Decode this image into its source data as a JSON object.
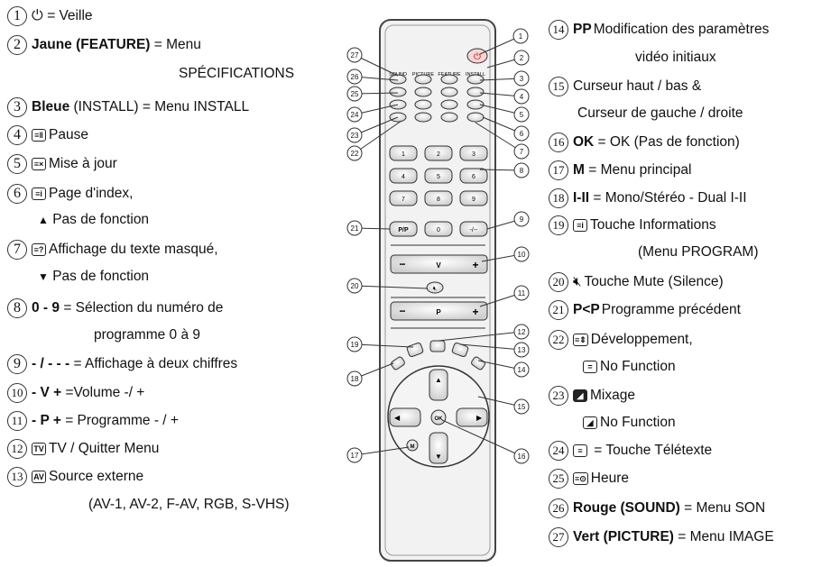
{
  "left": {
    "i1": {
      "num": "1",
      "text": "Veille"
    },
    "i2": {
      "num": "2",
      "bold": "Jaune (FEATURE)",
      "text": " = Menu",
      "line2": "SPÉCIFICATIONS"
    },
    "i3": {
      "num": "3",
      "bold": "Bleue",
      "text": " (INSTALL) = Menu INSTALL"
    },
    "i4": {
      "num": "4",
      "text": "Pause"
    },
    "i5": {
      "num": "5",
      "text": "Mise à jour"
    },
    "i6": {
      "num": "6",
      "text": "Page d'index,",
      "line2": "Pas de fonction"
    },
    "i7": {
      "num": "7",
      "text": "Affichage du texte masqué,",
      "line2": "Pas de fonction"
    },
    "i8": {
      "num": "8",
      "bold": "0 - 9",
      "text": " = Sélection du numéro de",
      "line2": "programme 0 à 9"
    },
    "i9": {
      "num": "9",
      "bold": "- / - - -",
      "text": " = Affichage à deux chiffres"
    },
    "i10": {
      "num": "10",
      "bold": "- V +",
      "text": " =Volume -/ +"
    },
    "i11": {
      "num": "11",
      "bold": "- P +",
      "text": " = Programme - / +"
    },
    "i12": {
      "num": "12",
      "text": "TV / Quitter Menu"
    },
    "i13": {
      "num": "13",
      "text": "Source externe",
      "line2": "(AV-1, AV-2, F-AV, RGB, S-VHS)"
    }
  },
  "right": {
    "i14": {
      "num": "14",
      "text": "Modification des paramètres",
      "line2": "vidéo initiaux"
    },
    "i15": {
      "num": "15",
      "text": "Curseur haut / bas &",
      "line2": "Curseur de gauche / droite"
    },
    "i16": {
      "num": "16",
      "bold": "OK",
      "text": " = OK (Pas de fonction)"
    },
    "i17": {
      "num": "17",
      "bold": "M",
      "text": " = Menu principal"
    },
    "i18": {
      "num": "18",
      "bold": "I-II",
      "text": " = Mono/Stéréo - Dual I-II"
    },
    "i19": {
      "num": "19",
      "text": "Touche Informations",
      "line2": "(Menu PROGRAM)"
    },
    "i20": {
      "num": "20",
      "text": "Touche Mute (Silence)"
    },
    "i21": {
      "num": "21",
      "text": "Programme précédent"
    },
    "i22": {
      "num": "22",
      "text": "Développement,",
      "line2": "No Function"
    },
    "i23": {
      "num": "23",
      "text": "Mixage",
      "line2": "No Function"
    },
    "i24": {
      "num": "24",
      "text": " = Touche Télétexte"
    },
    "i25": {
      "num": "25",
      "text": "Heure"
    },
    "i26": {
      "num": "26",
      "bold": "Rouge (SOUND)",
      "text": " = Menu SON"
    },
    "i27": {
      "num": "27",
      "bold": "Vert (PICTURE)",
      "text": " = Menu IMAGE"
    }
  },
  "remote": {
    "top_labels": [
      "SOUND",
      "PICTURE",
      "FEATURE",
      "INSTALL"
    ],
    "digits": [
      "1",
      "2",
      "3",
      "4",
      "5",
      "6",
      "7",
      "8",
      "9"
    ],
    "pp": "P/P",
    "zero": "0",
    "dash": "-/--",
    "vol": "V",
    "prog": "P",
    "minus": "−",
    "plus": "+",
    "ok": "OK",
    "menu": "M"
  },
  "callouts": [
    "1",
    "2",
    "3",
    "4",
    "5",
    "6",
    "7",
    "8",
    "9",
    "10",
    "11",
    "12",
    "13",
    "14",
    "15",
    "16",
    "17",
    "18",
    "19",
    "20",
    "21",
    "22",
    "23",
    "24",
    "25",
    "26",
    "27"
  ]
}
